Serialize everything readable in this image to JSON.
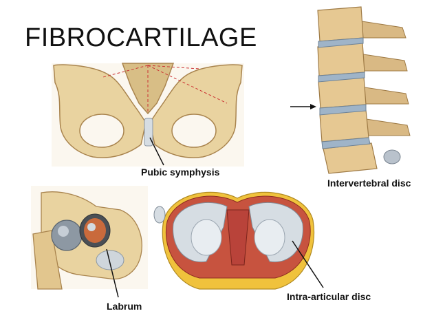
{
  "slide": {
    "title": "FIBROCARTILAGE",
    "labels": {
      "pubic": "Pubic symphysis",
      "intervertebral": "Intervertebral disc",
      "labrum": "Labrum",
      "intra_articular": "Intra-articular disc"
    }
  },
  "colors": {
    "bone": "#e9d3a0",
    "bone_shadow": "#b58d55",
    "cartilage": "#9fb4c8",
    "muscle_red": "#b23a2e",
    "fat_yellow": "#f0c23c",
    "disc_gray": "#d6dde3"
  },
  "illustrations": [
    "pelvis",
    "vertebral-column",
    "hip-joint",
    "knee-meniscus"
  ]
}
